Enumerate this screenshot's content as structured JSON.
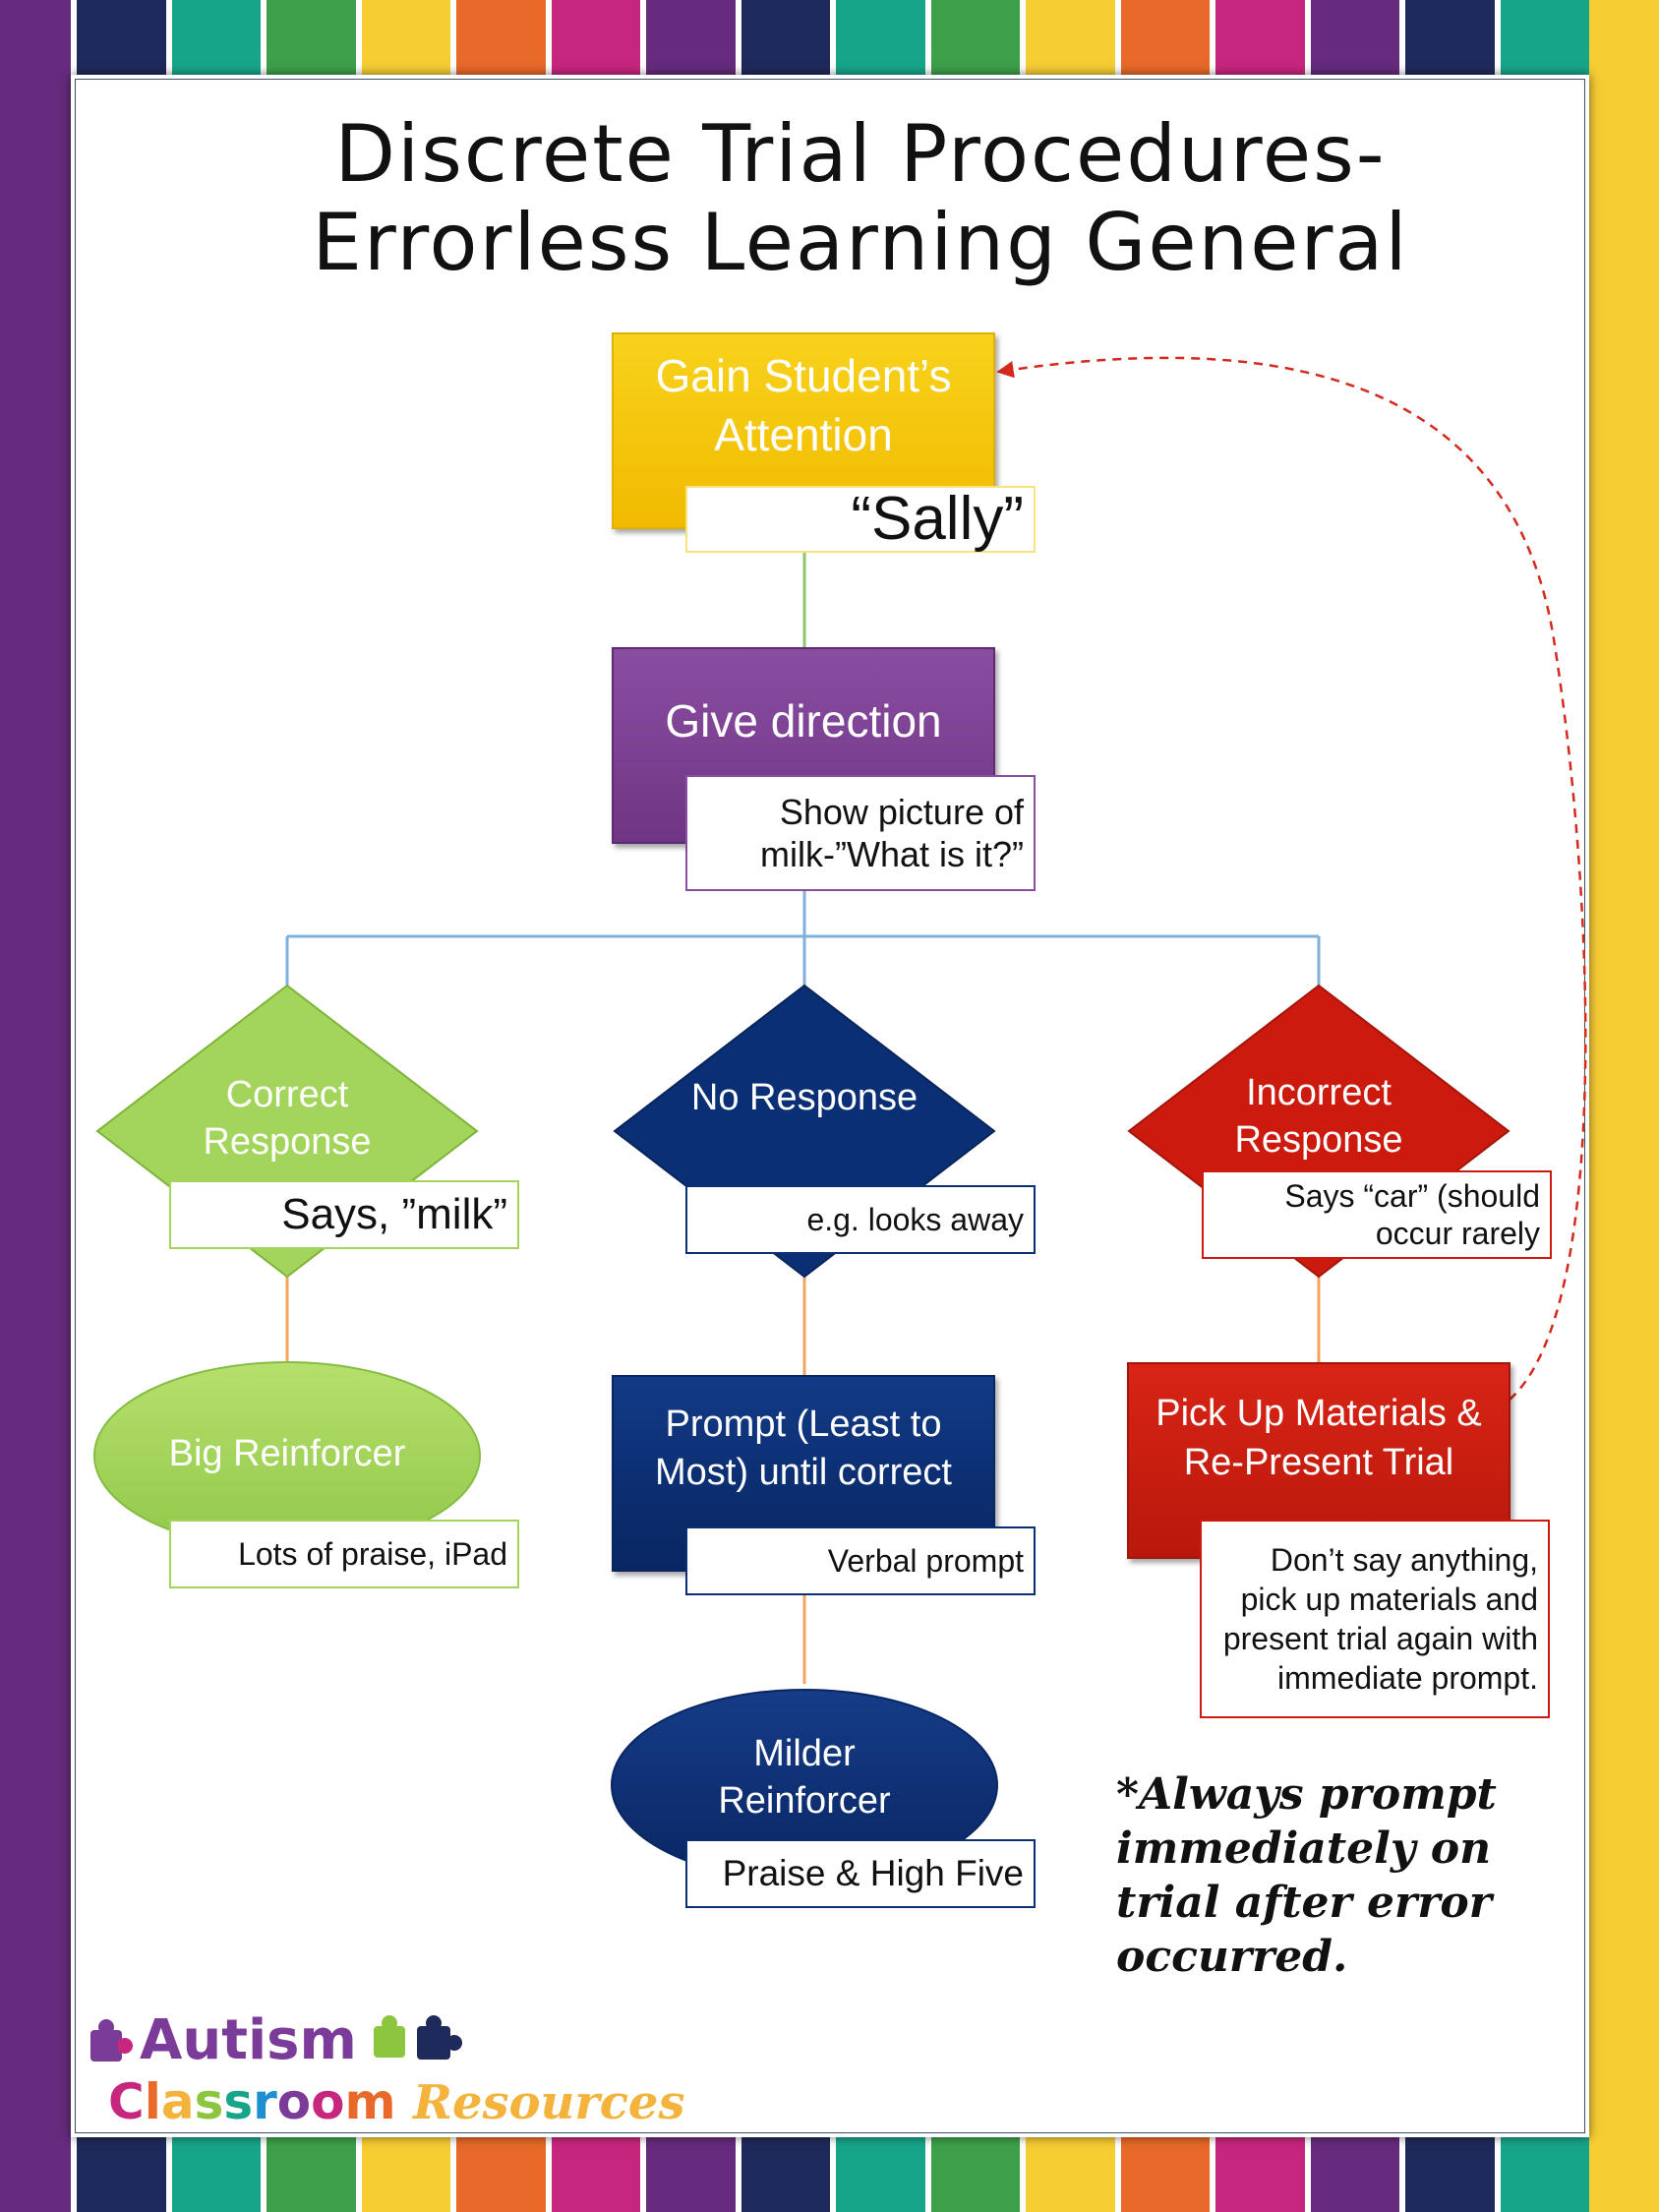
{
  "title": {
    "line1": "Discrete Trial Procedures-",
    "line2": "Errorless Learning General"
  },
  "nodes": {
    "attention": {
      "label": "Gain Student’s Attention",
      "sub": "“Sally”"
    },
    "direction": {
      "label": "Give direction",
      "sub": "Show picture of milk-”What is it?”"
    },
    "correct": {
      "label": "Correct Response",
      "sub": "Says, ”milk”"
    },
    "no_response": {
      "label": "No Response",
      "sub": "e.g. looks away"
    },
    "incorrect": {
      "label": "Incorrect Response",
      "sub": "Says “car” (should occur rarely"
    },
    "big_reinforcer": {
      "label": "Big Reinforcer",
      "sub": "Lots of praise, iPad"
    },
    "prompt": {
      "label": "Prompt (Least to Most) until correct",
      "sub": "Verbal prompt"
    },
    "pick_up": {
      "label": "Pick Up Materials & Re-Present Trial",
      "sub": "Don’t say anything, pick up materials and present trial again with immediate prompt."
    },
    "milder_reinforcer": {
      "label": "Milder Reinforcer",
      "sub": "Praise & High Five"
    }
  },
  "note": "*Always prompt immediately on trial after error occurred.",
  "logo": {
    "line1": "Autism",
    "line2a": "Classroom",
    "line2b": "Resources"
  },
  "colors": {
    "yellow": "#f5c400",
    "purple": "#7a3e8f",
    "green": "#a3d45b",
    "navy": "#0b2f74",
    "red": "#cc1b0e",
    "connector_green": "#8cc56d",
    "connector_blue": "#7fb0dd",
    "connector_orange": "#f2a35e",
    "dashed_arrow": "#d42a1e"
  },
  "stripe_colors": [
    "#1f2a5c",
    "#17a589",
    "#3ea04a",
    "#f7cd34",
    "#e8692a",
    "#c7267e",
    "#662b7d",
    "#1f2a5c",
    "#17a589",
    "#3ea04a",
    "#f7cd34",
    "#e8692a",
    "#c7267e",
    "#662b7d",
    "#1f2a5c",
    "#17a589"
  ],
  "logo_piece_colors": [
    "#7b3b98",
    "#c7267e",
    "#8cc63f",
    "#1f2a5c"
  ]
}
